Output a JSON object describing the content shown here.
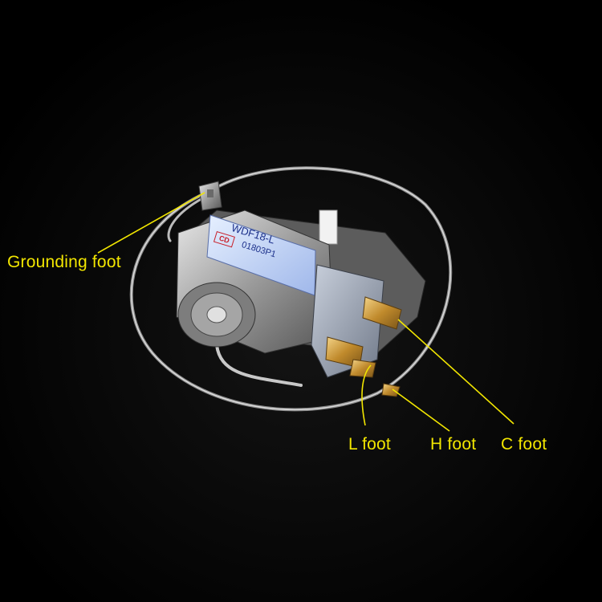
{
  "image": {
    "background_color": "#000000",
    "accent_color": "#f2e600",
    "subject": "refrigerator thermostat with capillary tube"
  },
  "device": {
    "model": "WDF18-L",
    "code": "01803P1",
    "logo_symbol": "CD"
  },
  "callouts": {
    "grounding": "Grounding foot",
    "l_foot": "L foot",
    "h_foot": "H foot",
    "c_foot": "C foot"
  }
}
